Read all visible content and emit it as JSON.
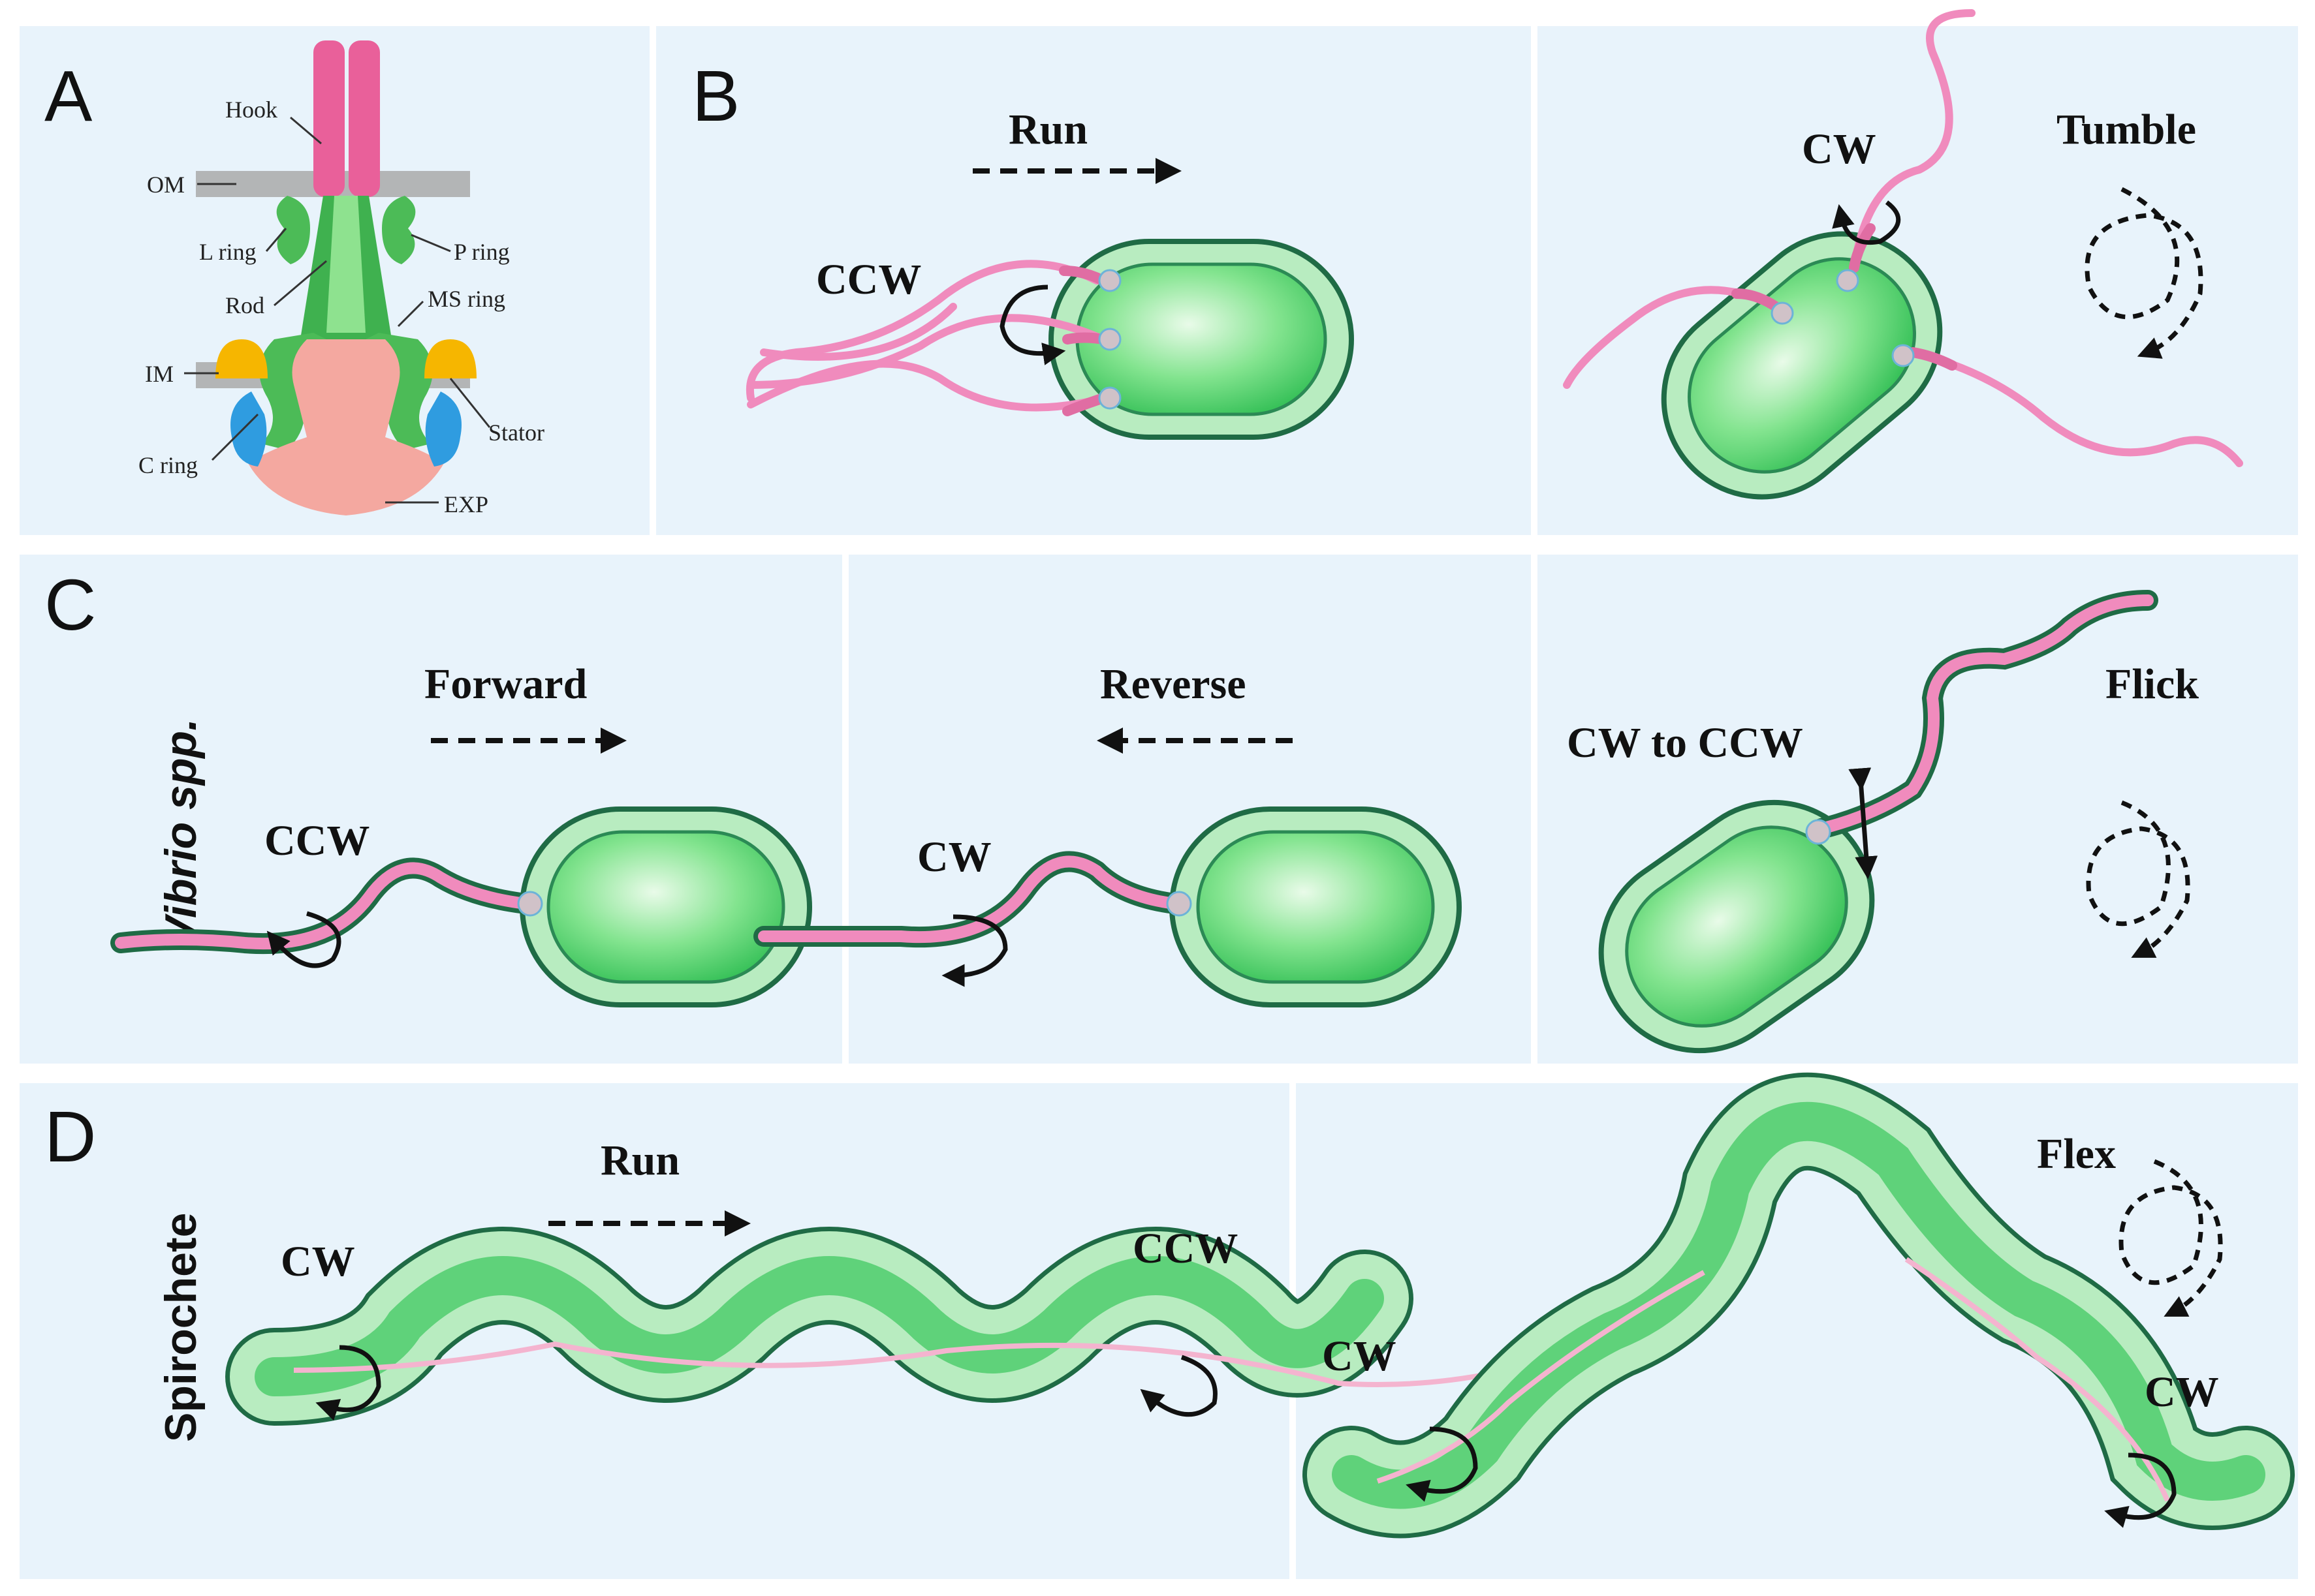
{
  "panels": {
    "a": {
      "letter": "A",
      "parts": {
        "hook": "Hook",
        "om": "OM",
        "l_ring": "L ring",
        "p_ring": "P ring",
        "rod": "Rod",
        "ms_ring": "MS ring",
        "im": "IM",
        "stator": "Stator",
        "c_ring": "C ring",
        "exp": "EXP"
      }
    },
    "b": {
      "letter": "B",
      "run": "Run",
      "ccw": "CCW",
      "cw": "CW",
      "tumble": "Tumble"
    },
    "c": {
      "letter": "C",
      "organism": "Vibrio spp.",
      "forward": "Forward",
      "forward_ccw": "CCW",
      "reverse": "Reverse",
      "reverse_cw": "CW",
      "cw_to_ccw": "CW to CCW",
      "flick": "Flick"
    },
    "d": {
      "letter": "D",
      "organism": "Spirochete",
      "run": "Run",
      "cw_left": "CW",
      "ccw_right": "CCW",
      "flex": "Flex",
      "flex_cw_left": "CW",
      "flex_cw_right": "CW"
    }
  },
  "colors": {
    "panel_bg": "#e8f3fb",
    "cell_fill": "#7fe08f",
    "cell_outline": "#1f6b45",
    "flagellum": "#f08bbd",
    "hook": "#e9609a",
    "motor_green": "#4cbb57",
    "stator": "#f6b600",
    "c_ring": "#2f9ce0",
    "exp": "#f4a8a0",
    "membrane": "#9a9a9a"
  }
}
